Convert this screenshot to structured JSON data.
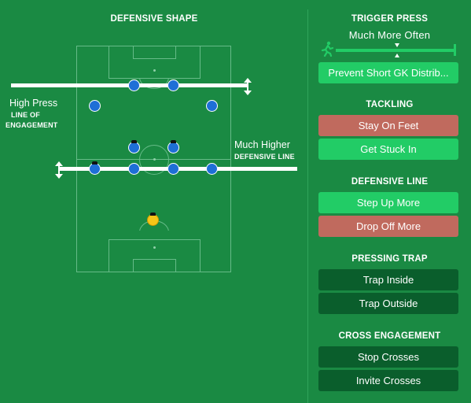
{
  "defensive_shape": {
    "title": "DEFENSIVE SHAPE",
    "engagement_label": "High Press",
    "engagement_sublabel_1": "LINE OF",
    "engagement_sublabel_2": "ENGAGEMENT",
    "defensive_label": "Much Higher",
    "defensive_sublabel": "DEFENSIVE LINE"
  },
  "trigger_press": {
    "title": "TRIGGER PRESS",
    "value": "Much More Often",
    "option": "Prevent Short GK Distrib..."
  },
  "tackling": {
    "title": "TACKLING",
    "options": [
      "Stay On Feet",
      "Get Stuck In"
    ]
  },
  "defensive_line": {
    "title": "DEFENSIVE LINE",
    "options": [
      "Step Up More",
      "Drop Off More"
    ]
  },
  "pressing_trap": {
    "title": "PRESSING TRAP",
    "options": [
      "Trap Inside",
      "Trap Outside"
    ]
  },
  "cross_engagement": {
    "title": "CROSS ENGAGEMENT",
    "options": [
      "Stop Crosses",
      "Invite Crosses"
    ]
  },
  "colors": {
    "background": "#1a8a43",
    "button_selected": "#22cc66",
    "button_negative": "#c06a5e",
    "button_unselected": "#0a5e2c",
    "player": "#1e6fd6",
    "goalkeeper": "#f5c518"
  }
}
